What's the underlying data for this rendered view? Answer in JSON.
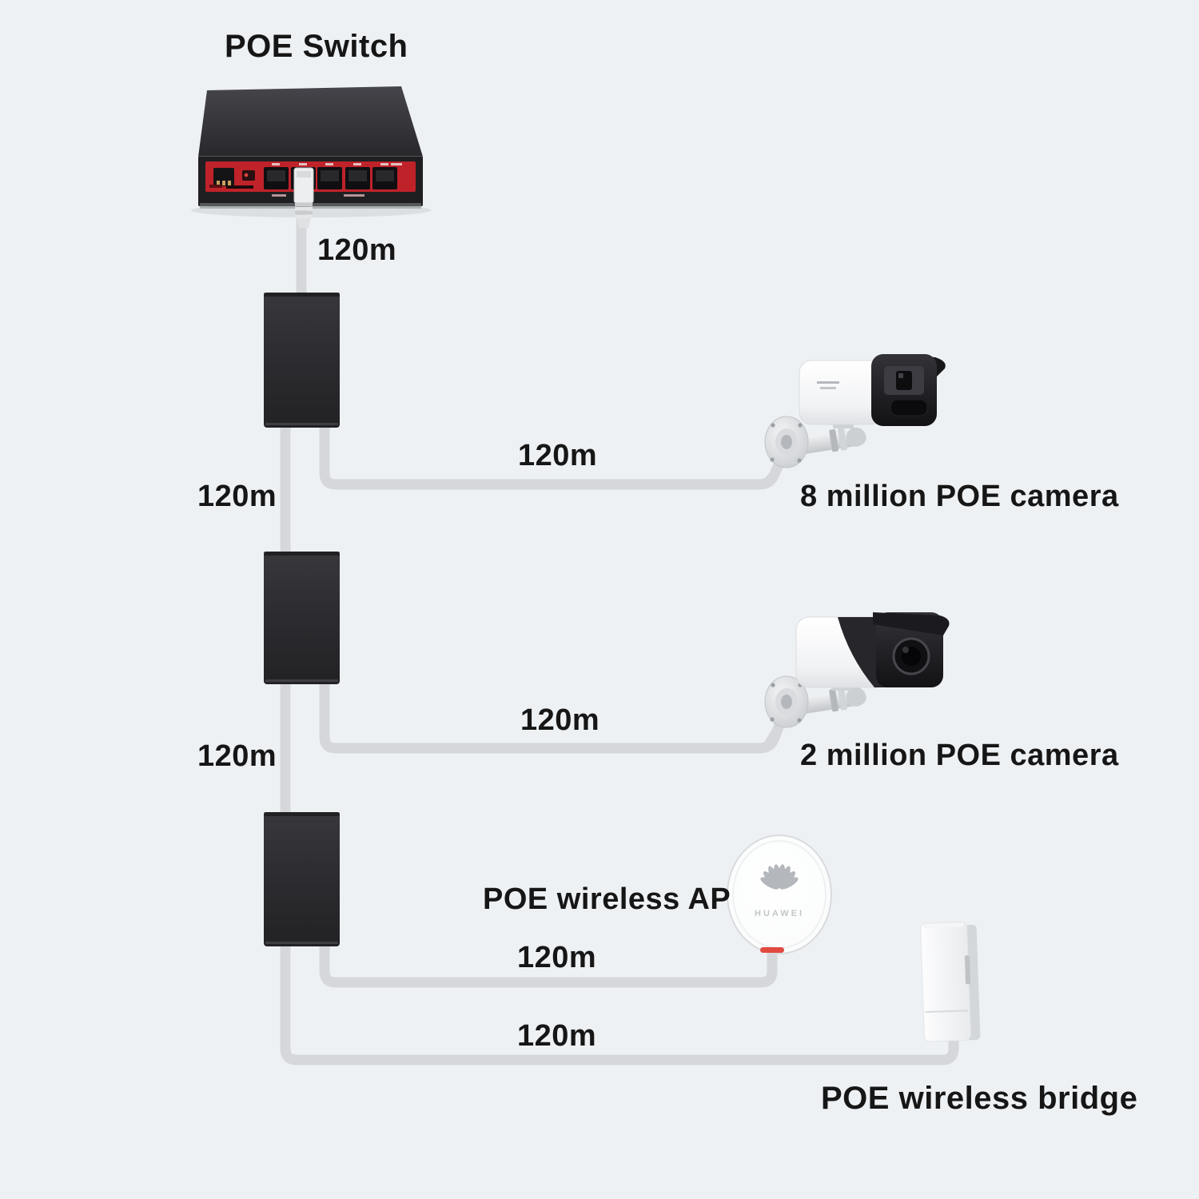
{
  "diagram_type": "poe-network-topology",
  "colors": {
    "background": "#eef1f4",
    "text": "#161616",
    "cable": "#d5d7da",
    "switch_red": "#c0222a",
    "extender_dark": "#2c2c30",
    "ap_stripe_red": "#e14a41"
  },
  "devices": {
    "poe_switch": {
      "label": "POE Switch"
    },
    "camera_8mp": {
      "label": "8 million POE camera"
    },
    "camera_2mp": {
      "label": "2 million POE camera"
    },
    "wireless_ap": {
      "label": "POE wireless AP",
      "logo_text": "HUAWEI"
    },
    "wireless_bridge": {
      "label": "POE wireless bridge"
    }
  },
  "cables": [
    {
      "from": "poe-switch",
      "to": "extender-1",
      "label": "120m"
    },
    {
      "from": "extender-1",
      "to": "extender-2",
      "label": "120m"
    },
    {
      "from": "extender-1",
      "to": "camera-8mp",
      "label": "120m"
    },
    {
      "from": "extender-2",
      "to": "extender-3",
      "label": "120m"
    },
    {
      "from": "extender-2",
      "to": "camera-2mp",
      "label": "120m"
    },
    {
      "from": "extender-3",
      "to": "wireless-ap",
      "label": "120m"
    },
    {
      "from": "extender-3",
      "to": "wireless-bridge",
      "label": "120m"
    }
  ]
}
